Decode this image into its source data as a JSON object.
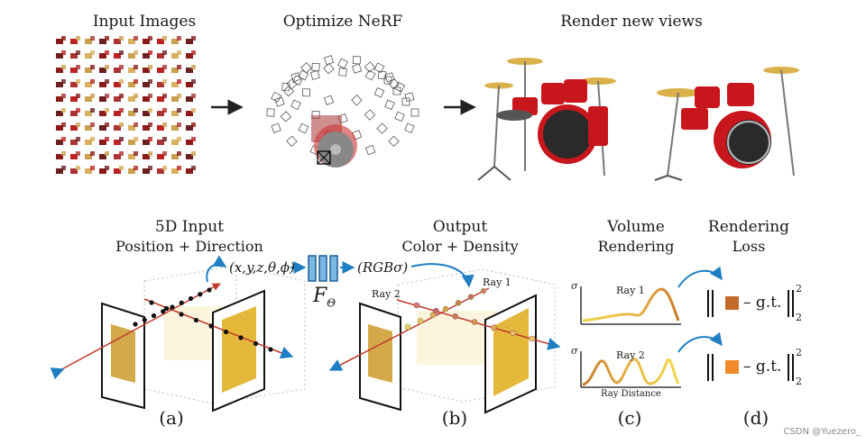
{
  "top": {
    "input_title": "Input Images",
    "optimize_title": "Optimize NeRF",
    "render_title": "Render new views"
  },
  "panels": {
    "a": {
      "title": "5D Input",
      "subtitle": "Position + Direction",
      "label": "(a)"
    },
    "b": {
      "title": "Output",
      "subtitle": "Color + Density",
      "label": "(b)"
    },
    "c": {
      "title": "Volume",
      "subtitle": "Rendering",
      "label": "(c)"
    },
    "d": {
      "title": "Rendering",
      "subtitle": "Loss",
      "label": "(d)"
    }
  },
  "math": {
    "input_tuple": "(x,y,z,θ,ϕ)",
    "network": "F",
    "network_sub": "Θ",
    "output": "(RGBσ)"
  },
  "rays": {
    "ray1": "Ray 1",
    "ray2": "Ray 2",
    "sigma": "σ",
    "ray_distance": "Ray Distance"
  },
  "loss": {
    "gt": "g.t.",
    "exponent": "2",
    "subscript": "2",
    "ray1_color": "#c46a2c",
    "ray2_color": "#f08a2a"
  },
  "colors": {
    "arrow_blue": "#1f7fc2",
    "ray_red": "#c0392b",
    "drum_red": "#c8161d",
    "network_blue": "#5aa9df"
  },
  "watermark": "CSDN @Yuezero_"
}
